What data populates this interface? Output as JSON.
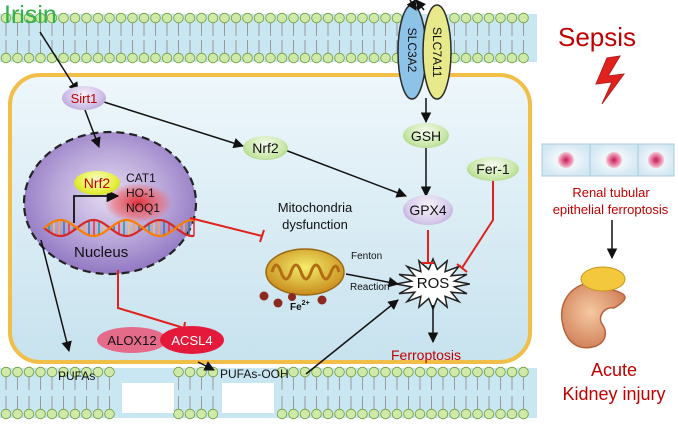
{
  "irisin": "Irisin",
  "sepsis": "Sepsis",
  "transporters": {
    "slc3a2": "SLC3A2",
    "slc7a11": "SLC7A11"
  },
  "nodes": {
    "sirt1": "Sirt1",
    "nrf2_cytoplasm": "Nrf2",
    "nrf2_nucleus": "Nrf2",
    "gsh": "GSH",
    "gpx4": "GPX4",
    "fer1": "Fer-1",
    "ros": "ROS",
    "alox12": "ALOX12",
    "acsl4": "ACSL4"
  },
  "nucleus": {
    "label": "Nucleus",
    "genes": [
      "CAT1",
      "HO-1",
      "NOQ1"
    ]
  },
  "mitochondria": {
    "line1": "Mitochondria",
    "line2": "dysfunction",
    "iron": "Fe",
    "iron_charge": "2+"
  },
  "fenton": {
    "line1": "Fenton",
    "line2": "Reaction"
  },
  "lipids": {
    "pufas": "PUFAs",
    "pufas_ooh": "PUFAs-OOH"
  },
  "ferroptosis": "Ferroptosis",
  "renal": {
    "line1": "Renal tubular",
    "line2": "epithelial ferroptosis"
  },
  "aki": {
    "line1": "Acute",
    "line2": "Kidney injury"
  },
  "colors": {
    "irisin": "#2db34a",
    "red_text": "#c00000",
    "inhibition": "#e0211d",
    "membrane_fill": "#c9e6f3",
    "cell_border": "#f1bf48",
    "lipid_head": "#cfe9a6",
    "lipid_head_stroke": "#6e9a3c",
    "node_green": "#9bd56b",
    "node_purple": "#c9b8e3",
    "alox12": "#e46b8a",
    "acsl4": "#e51a3b"
  }
}
